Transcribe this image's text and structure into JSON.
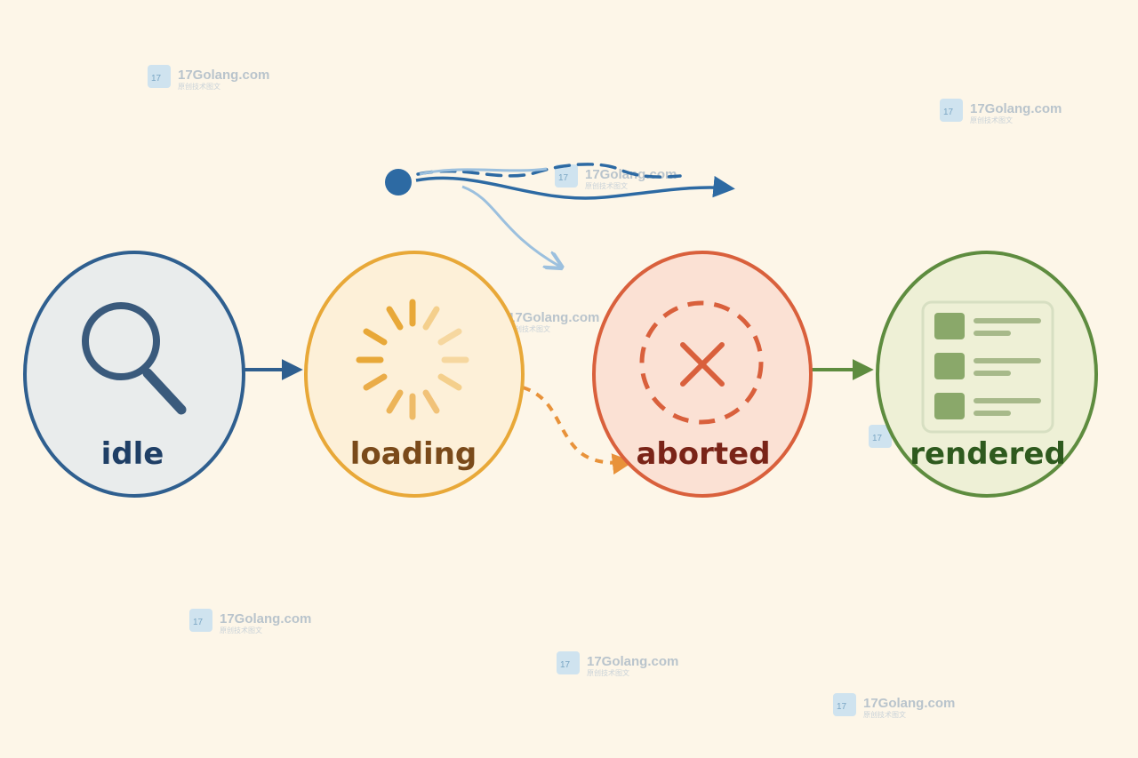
{
  "colors": {
    "background": "#fdf6e8",
    "idle": "#2f5f8f",
    "loading": "#e8a838",
    "aborted": "#d9603c",
    "rendered": "#5e8c3f",
    "signal": "#2d6aa3"
  },
  "states": [
    {
      "id": "idle",
      "label": "idle",
      "icon": "search-icon"
    },
    {
      "id": "loading",
      "label": "loading",
      "icon": "spinner-icon"
    },
    {
      "id": "aborted",
      "label": "aborted",
      "icon": "cancel-x-icon"
    },
    {
      "id": "rendered",
      "label": "rendered",
      "icon": "list-document-icon"
    }
  ],
  "watermark": {
    "text": "17Golang.com",
    "subtext": "原创技术图文"
  }
}
